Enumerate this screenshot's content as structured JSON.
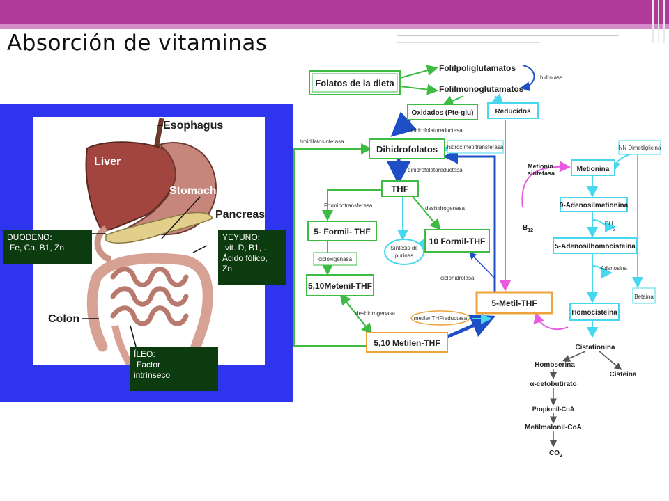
{
  "title": "Absorción de vitaminas",
  "colors": {
    "header": "#b03a9a",
    "anatomy_bg": "#2f35ee",
    "box": "#0c3b10",
    "green": "#3dbb43",
    "cyan": "#46d8ee",
    "magenta": "#e85ae0",
    "blue": "#1f4fc7",
    "orange": "#f0a23a"
  },
  "anatomy": {
    "labels": {
      "esophagus": "Esophagus",
      "liver": "Liver",
      "stomach": "Stomach",
      "pancreas": "Pancreas",
      "colon": "Colon"
    },
    "duodeno": {
      "title": "DUODENO:",
      "body": "Fe, Ca, B1, Zn"
    },
    "yeyuno": {
      "title": "YEYUNO:",
      "body1": "vit. D, B1, .",
      "body2": "Ácido fólico,",
      "body3": "Zn"
    },
    "ileo": {
      "title": "ÍLEO:",
      "body1": "Factor",
      "body2": "intrínseco"
    }
  },
  "pathway": {
    "folatos": "Folatos de la dieta",
    "folipoli": "Folilpoliglutamatos",
    "folimono": "Folilmonoglutamatos",
    "hidrolasa": "hidrolasa",
    "oxidados": "Oxidados (Pte-glu)",
    "reducidos": "Reducidos",
    "dhfr1": "dihidrofolatoreductasa",
    "timidilato": "timidilatosintetasa",
    "dihidrofolatos": "Dihidrofolatos",
    "hidroximetil": "hidroximetiltransferasa",
    "dhfr2": "dihidrofolatoreductasa",
    "thf": "THF",
    "formino": "Forminotransferasa",
    "deshidro1": "deshidrogenasa",
    "formil5": "5- Formil- THF",
    "sintesis1": "Síntesis de",
    "sintesis2": "purinas",
    "formil10": "10 Formil-THF",
    "cicloox": "cicloxigenasa",
    "metenil": "5,10Metenil-THF",
    "ciclohidro": "ciclohidrolasa",
    "deshidro2": "deshidrogenasa",
    "metilenred": "metilenTHFreductasa",
    "metilen": "5,10 Metilen-THF",
    "metil5": "5-Metil-THF",
    "metionin1": "Metionin",
    "metionin2": "sintetasa",
    "b12": "B",
    "b12sub": "12",
    "metionina": "Metionina",
    "nndimetil": "NN Dimetilglicina",
    "adomet": "9-Adenosilmetionina",
    "ch3": "CH",
    "ch3sub": "3",
    "adohcy": "5-Adenosilhomocisteina",
    "adenosina": "Adenosina",
    "betaina": "Betaína",
    "homocisteina": "Homocisteina",
    "cistationina": "Cistationina",
    "homoserina": "Homoserina",
    "cisteina": "Cisteina",
    "cetobut": "α-cetobutirato",
    "propionil": "Propionil-CoA",
    "metilmalonil": "Metilmalonil-CoA",
    "co2": "CO",
    "co2sub": "2"
  }
}
